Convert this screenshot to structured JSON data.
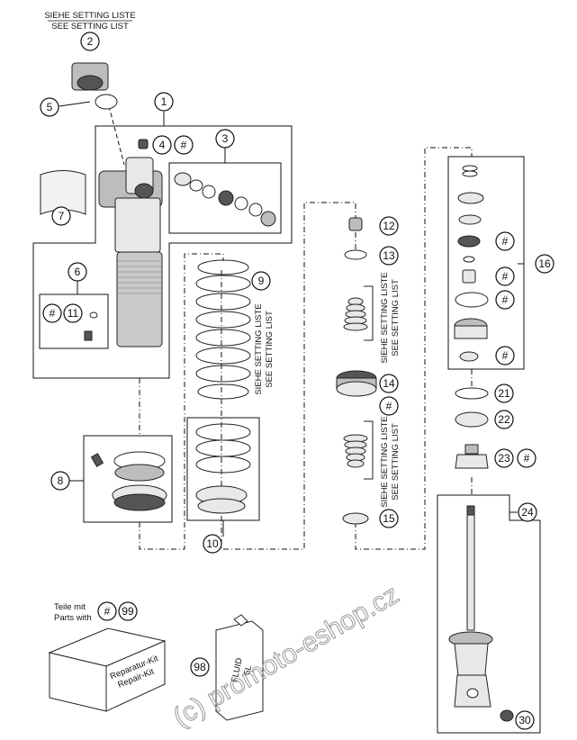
{
  "header": {
    "line1": "SIEHE SETTING LISTE",
    "line2": "SEE SETTING LIST"
  },
  "setting_label": {
    "line1": "SIEHE SETTING LISTE",
    "line2": "SEE SETTING LIST"
  },
  "hash_symbol": "#",
  "callouts": {
    "c1": "1",
    "c2": "2",
    "c3": "3",
    "c4": "4",
    "c5": "5",
    "c6": "6",
    "c7": "7",
    "c8": "8",
    "c9": "9",
    "c10": "10",
    "c11": "11",
    "c12": "12",
    "c13": "13",
    "c14": "14",
    "c15": "15",
    "c16": "16",
    "c21": "21",
    "c22": "22",
    "c23": "23",
    "c24": "24",
    "c30": "30",
    "c98": "98",
    "c99": "99"
  },
  "legend": {
    "line1": "Teile mit",
    "line2": "Parts with"
  },
  "kit": {
    "line1": "Reparatur-Kit",
    "line2": "Repair-Kit"
  },
  "fluid": {
    "line1": "FLUID",
    "line2": "5L"
  },
  "watermark": "(c) promoto-eshop.cz"
}
